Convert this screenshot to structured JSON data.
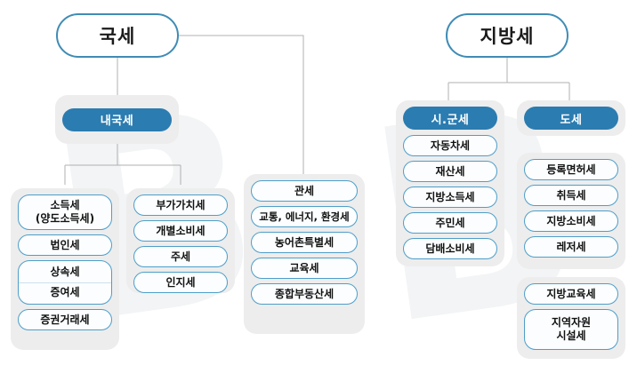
{
  "diagram": {
    "title": "국세 / 지방세 체계도",
    "colors": {
      "header_pill": "#2b7cb0",
      "root_border": "#3f8cb5",
      "leaf_border": "#4e9ec9",
      "panel_bg": "#ededed",
      "connector": "#b0b0b0"
    },
    "roots": [
      {
        "id": "national",
        "label": "국세"
      },
      {
        "id": "local",
        "label": "지방세"
      }
    ],
    "sections": [
      {
        "id": "internal-tax",
        "header": "내국세",
        "columns": [
          {
            "id": "internal-col-1",
            "items": [
              {
                "lines": [
                  "소득세",
                  "(양도소득세)"
                ],
                "style": "two-line"
              },
              {
                "lines": [
                  "법인세"
                ],
                "style": "single"
              },
              {
                "lines": [
                  "상속세",
                  "증여세"
                ],
                "style": "split"
              },
              {
                "lines": [
                  "증권거래세"
                ],
                "style": "single"
              }
            ]
          },
          {
            "id": "internal-col-2",
            "items": [
              {
                "lines": [
                  "부가가치세"
                ],
                "style": "single"
              },
              {
                "lines": [
                  "개별소비세"
                ],
                "style": "single"
              },
              {
                "lines": [
                  "주세"
                ],
                "style": "single"
              },
              {
                "lines": [
                  "인지세"
                ],
                "style": "single"
              }
            ]
          }
        ]
      },
      {
        "id": "customs-and-others",
        "header": "",
        "columns": [
          {
            "id": "customs-col",
            "items": [
              {
                "lines": [
                  "관세"
                ],
                "style": "single"
              },
              {
                "lines": [
                  "교통, 에너지, 환경세"
                ],
                "style": "single"
              },
              {
                "lines": [
                  "농어촌특별세"
                ],
                "style": "single"
              },
              {
                "lines": [
                  "교육세"
                ],
                "style": "single"
              },
              {
                "lines": [
                  "종합부동산세"
                ],
                "style": "single"
              }
            ]
          }
        ]
      },
      {
        "id": "city-county-tax",
        "header": "시.군세",
        "columns": [
          {
            "id": "city-col",
            "items": [
              {
                "lines": [
                  "자동차세"
                ],
                "style": "single"
              },
              {
                "lines": [
                  "재산세"
                ],
                "style": "single"
              },
              {
                "lines": [
                  "지방소득세"
                ],
                "style": "single"
              },
              {
                "lines": [
                  "주민세"
                ],
                "style": "single"
              },
              {
                "lines": [
                  "담배소비세"
                ],
                "style": "single"
              }
            ]
          }
        ]
      },
      {
        "id": "province-tax",
        "header": "도세",
        "columns": [
          {
            "id": "province-col-1",
            "items": [
              {
                "lines": [
                  "등록면허세"
                ],
                "style": "single"
              },
              {
                "lines": [
                  "취득세"
                ],
                "style": "single"
              },
              {
                "lines": [
                  "지방소비세"
                ],
                "style": "single"
              },
              {
                "lines": [
                  "레저세"
                ],
                "style": "single"
              }
            ]
          },
          {
            "id": "province-col-2",
            "items": [
              {
                "lines": [
                  "지방교육세"
                ],
                "style": "single"
              },
              {
                "lines": [
                  "지역자원",
                  "시설세"
                ],
                "style": "two-line"
              }
            ]
          }
        ]
      }
    ]
  }
}
